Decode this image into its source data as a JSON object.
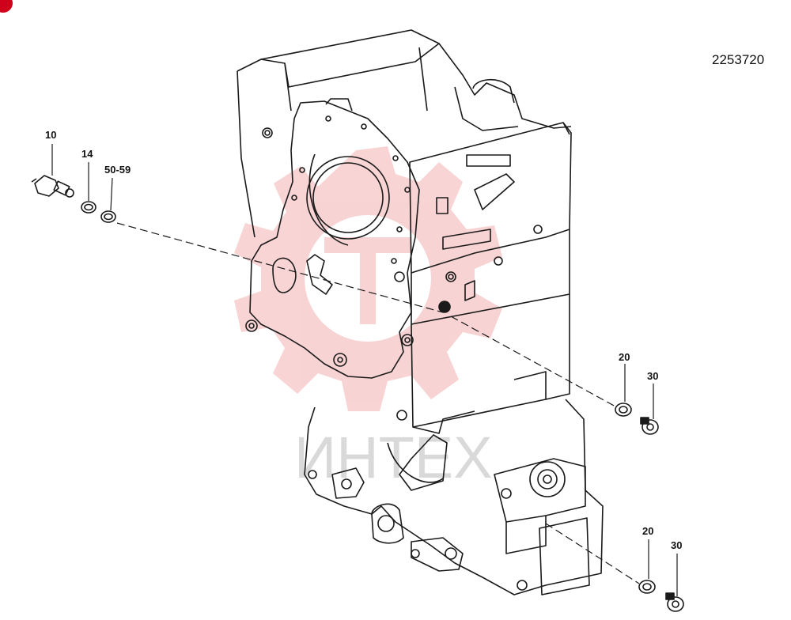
{
  "document": {
    "number": "2253720"
  },
  "callouts": [
    {
      "id": "c10",
      "text": "10"
    },
    {
      "id": "c14",
      "text": "14"
    },
    {
      "id": "c50",
      "text": "50-59"
    },
    {
      "id": "c20a",
      "text": "20"
    },
    {
      "id": "c30a",
      "text": "30"
    },
    {
      "id": "c20b",
      "text": "20"
    },
    {
      "id": "c30b",
      "text": "30"
    }
  ],
  "watermark": {
    "text": "ИНТЕХ",
    "color": "#e23b3b"
  },
  "colors": {
    "line": "#1a1a1a",
    "badge": "#d0021b"
  }
}
